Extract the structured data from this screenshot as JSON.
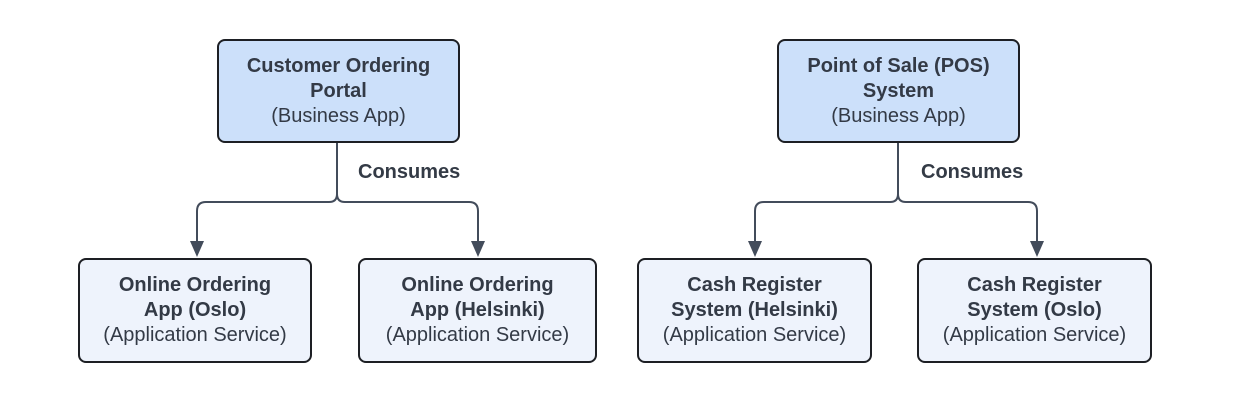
{
  "diagram": {
    "colors": {
      "background": "#ffffff",
      "top_box_fill": "#cce0fa",
      "bottom_box_fill": "#eef3fc",
      "box_border": "#1d1f24",
      "connector": "#434c5b",
      "text": "#333a46",
      "label": "#343b46"
    },
    "nodes": [
      {
        "id": "customer-ordering-portal",
        "lines": [
          "Customer Ordering",
          "Portal"
        ],
        "type": "(Business App)"
      },
      {
        "id": "point-of-sale-pos-system",
        "lines": [
          "Point of Sale (POS)",
          "System"
        ],
        "type": "(Business App)"
      },
      {
        "id": "online-ordering-app-oslo",
        "lines": [
          "Online Ordering",
          "App (Oslo)"
        ],
        "type": "(Application Service)"
      },
      {
        "id": "online-ordering-app-helsinki",
        "lines": [
          "Online Ordering",
          "App (Helsinki)"
        ],
        "type": "(Application Service)"
      },
      {
        "id": "cash-register-system-helsinki",
        "lines": [
          "Cash Register",
          "System (Helsinki)"
        ],
        "type": "(Application Service)"
      },
      {
        "id": "cash-register-system-oslo",
        "lines": [
          "Cash Register",
          "System (Oslo)"
        ],
        "type": "(Application Service)"
      }
    ],
    "edges": [
      {
        "id": "left",
        "label": "Consumes"
      },
      {
        "id": "right",
        "label": "Consumes"
      }
    ]
  }
}
